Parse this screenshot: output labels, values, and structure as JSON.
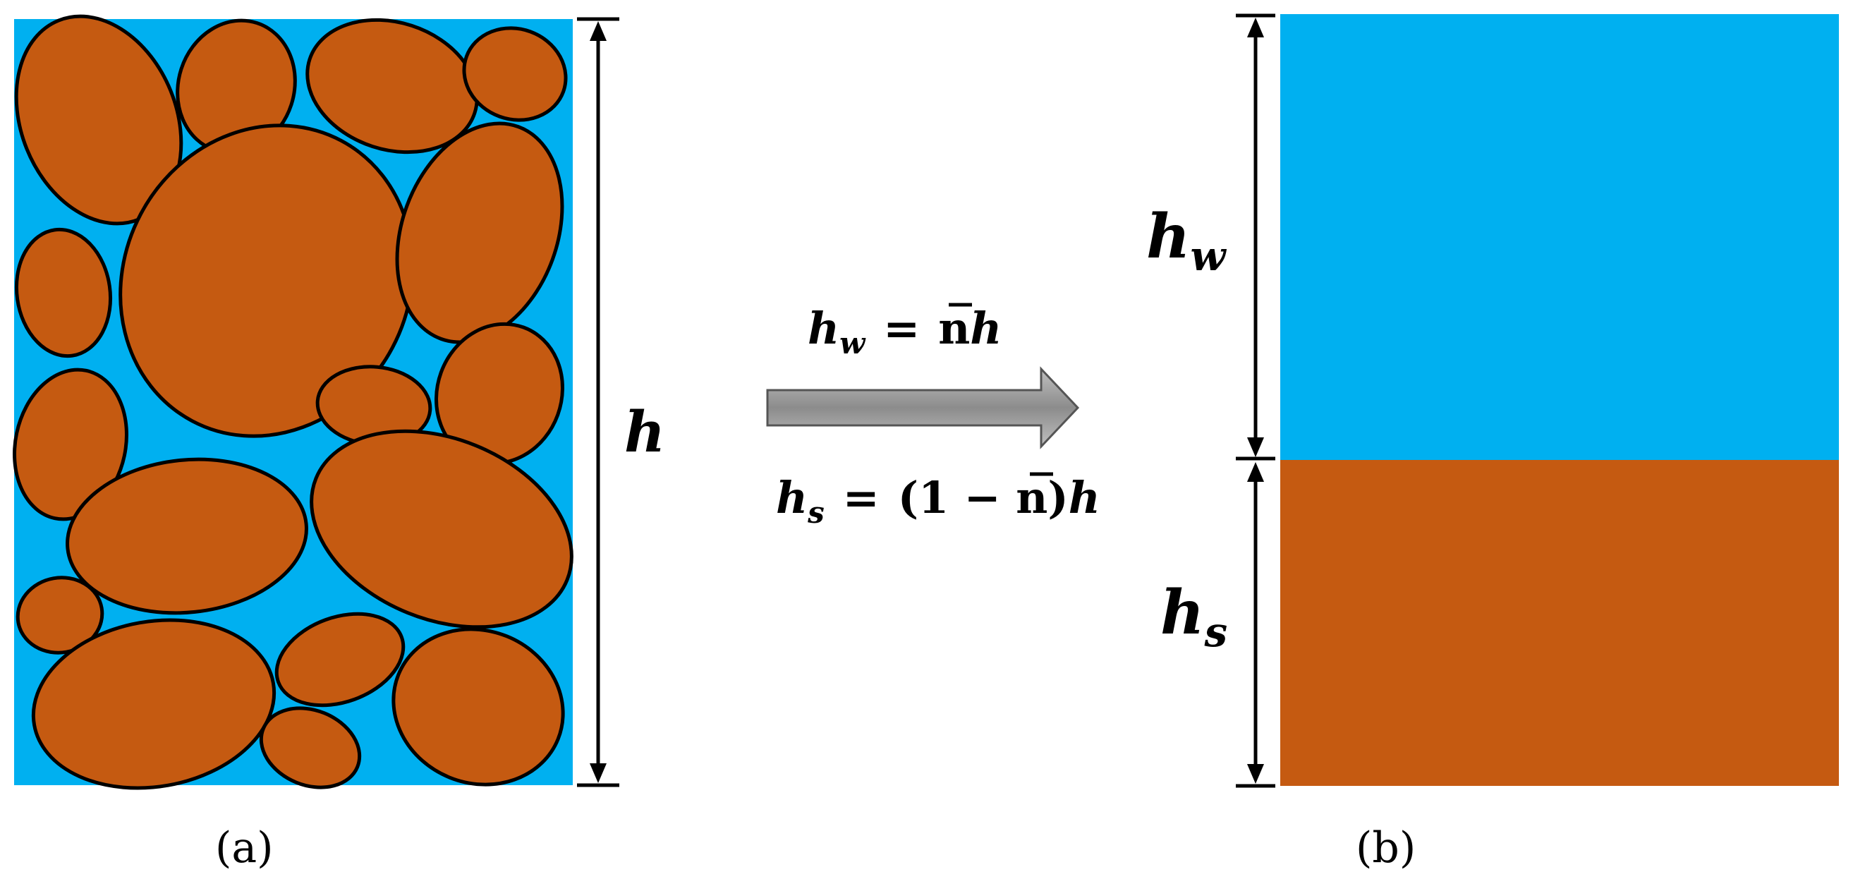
{
  "colors": {
    "water": "#00b0f0",
    "soil": "#c55a11",
    "outline": "#000000",
    "arrow_fill": "#8c8c8c"
  },
  "panel_a": {
    "caption": "(a)",
    "height_label": "h"
  },
  "panel_b": {
    "caption": "(b)",
    "water_label_base": "h",
    "water_label_sub": "w",
    "soil_label_base": "h",
    "soil_label_sub": "s"
  },
  "transform": {
    "eq_water_lhs": "h",
    "eq_water_lhs_sub": "w",
    "eq_water_equals": "=",
    "eq_water_rhs_nbar": "n",
    "eq_water_rhs_h": "h",
    "eq_soil_lhs": "h",
    "eq_soil_lhs_sub": "s",
    "eq_soil_equals": "=",
    "eq_soil_open": "(1 − ",
    "eq_soil_nbar": "n",
    "eq_soil_close": ")",
    "eq_soil_h": "h"
  }
}
